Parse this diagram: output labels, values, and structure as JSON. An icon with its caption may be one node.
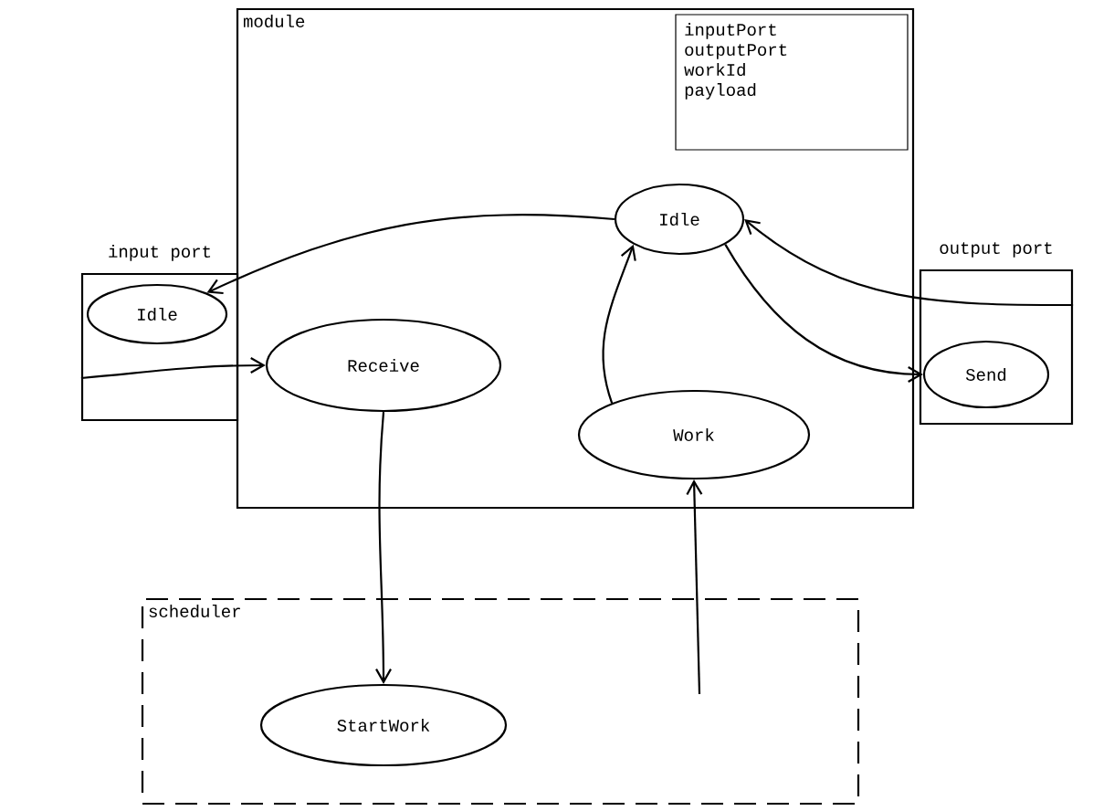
{
  "diagram": {
    "nodes": [
      {
        "text": [
          "module"
        ]
      },
      {
        "text": [
          "inputPort outputPort workId payload"
        ],
        "in": 0
      },
      {
        "text": [
          "Idle"
        ],
        "in": 0
      },
      {
        "text": [
          "Receive"
        ],
        "in": 0
      },
      {
        "text": [
          "Work"
        ],
        "in": 0
      },
      {
        "text": [
          "input port"
        ]
      },
      {
        "text": [
          "Idle"
        ],
        "in": 5
      },
      {
        "text": [
          "output port"
        ]
      },
      {
        "text": [
          "Send"
        ],
        "in": 7
      },
      {
        "text": [
          "scheduler"
        ]
      },
      {
        "text": [
          "StartWork"
        ],
        "in": 9
      }
    ],
    "edges": [
      {
        "from": 2,
        "to": 6,
        "arrow": "to"
      },
      {
        "from": 5,
        "to": 3,
        "arrow": "to"
      },
      {
        "from": 3,
        "to": 10,
        "arrow": "to"
      },
      {
        "from": 4,
        "to": 2,
        "arrow": "to"
      },
      {
        "from": 2,
        "to": 8,
        "arrow": "to"
      },
      {
        "from": 7,
        "to": 2,
        "arrow": "to"
      },
      {
        "from": null,
        "to": 4,
        "arrow": "to"
      }
    ]
  }
}
